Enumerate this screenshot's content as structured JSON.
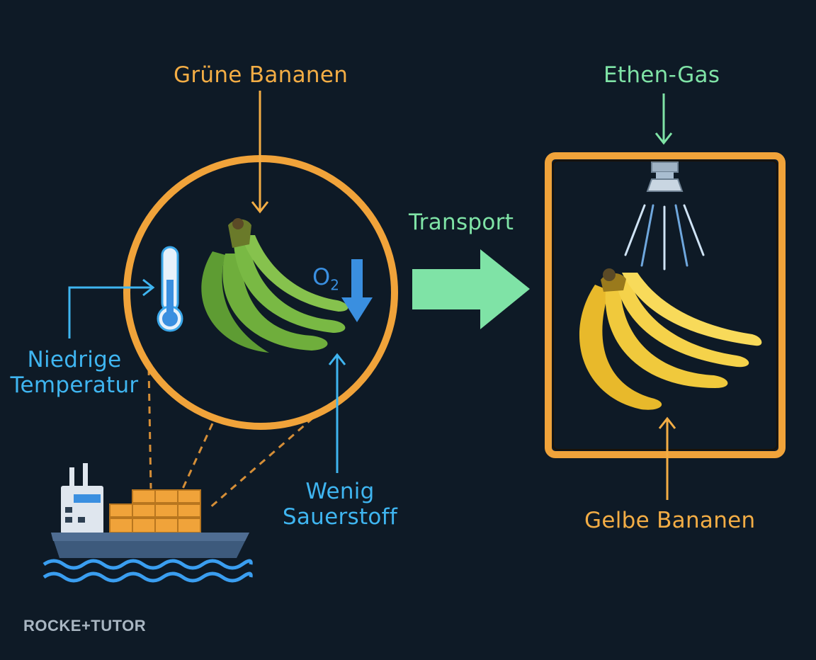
{
  "labels": {
    "green_bananas": "Grüne Bananen",
    "ethene_gas": "Ethen-Gas",
    "transport": "Transport",
    "low_temperature_line1": "Niedrige",
    "low_temperature_line2": "Temperatur",
    "low_oxygen_line1": "Wenig",
    "low_oxygen_line2": "Sauerstoff",
    "yellow_bananas": "Gelbe Bananen",
    "oxygen_symbol": "O",
    "oxygen_subscript": "2"
  },
  "brand": "ROCKE+TUTOR",
  "colors": {
    "background": "#0e1a26",
    "orange_label": "#f3ad45",
    "green_label": "#7fe3a6",
    "blue_label": "#3fb5f0",
    "frame": "#f0a33a",
    "transport_arrow": "#7fe3a6"
  },
  "icons": [
    "thermometer-icon",
    "oxygen-down-arrow-icon",
    "ship-icon",
    "sprayer-icon",
    "transport-arrow-icon"
  ]
}
